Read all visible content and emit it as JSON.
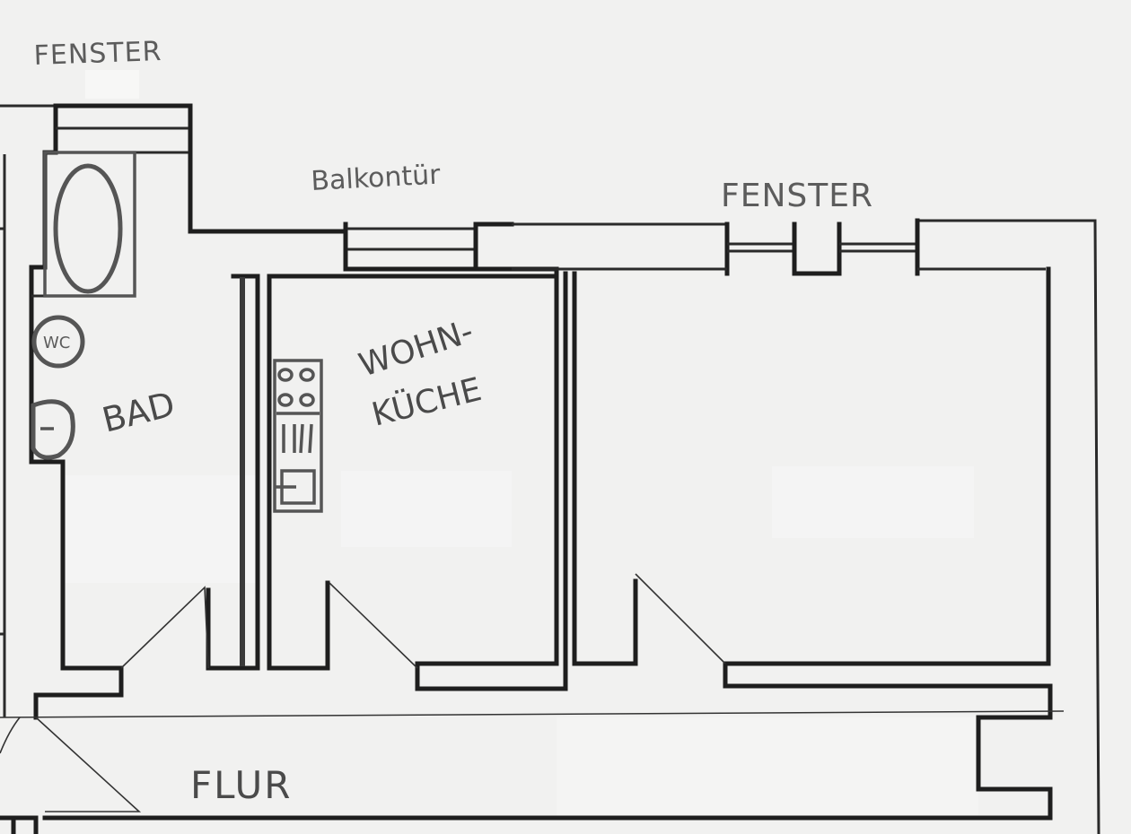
{
  "diagram": {
    "type": "floor-plan",
    "style": "hand-drawn sketch on paper",
    "colors": {
      "paper": "#f1f1f0",
      "wall": "#1e1e1e",
      "pencil_text": "#5c5c5c"
    },
    "labels": {
      "window_top_left": "FENSTER",
      "balcony_door": "Balkontür",
      "window_top_right": "FENSTER",
      "bathroom": "BAD",
      "toilet": "WC",
      "kitchen_line1": "WOHN-",
      "kitchen_line2": "KÜCHE",
      "hallway": "FLUR"
    },
    "rooms": [
      {
        "name": "BAD",
        "fixtures": [
          "bathtub",
          "toilet (WC)",
          "washbasin"
        ]
      },
      {
        "name": "WOHNKÜCHE",
        "fixtures": [
          "stove (4 burners)",
          "drawer unit",
          "sink"
        ]
      },
      {
        "name": "room (unlabeled)",
        "fixtures": []
      },
      {
        "name": "FLUR",
        "fixtures": []
      }
    ],
    "openings": [
      {
        "type": "window",
        "label": "FENSTER",
        "location": "bathroom, top"
      },
      {
        "type": "balcony door",
        "label": "Balkontür",
        "location": "kitchen, top"
      },
      {
        "type": "window",
        "label": "FENSTER",
        "location": "large room, top (double casement)"
      },
      {
        "type": "door",
        "location": "bathroom to hallway"
      },
      {
        "type": "door",
        "location": "kitchen to hallway"
      },
      {
        "type": "door",
        "location": "large room to hallway"
      },
      {
        "type": "door",
        "location": "apartment entrance, hallway left"
      }
    ]
  }
}
